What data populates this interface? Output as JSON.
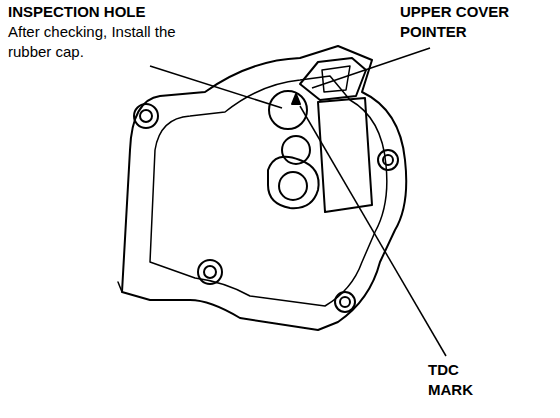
{
  "diagram": {
    "labels": [
      "INSPECTION HOLE",
      "After checking, Install the rubber cap.",
      "UPPER COVER POINTER",
      "TDC MARK"
    ]
  }
}
